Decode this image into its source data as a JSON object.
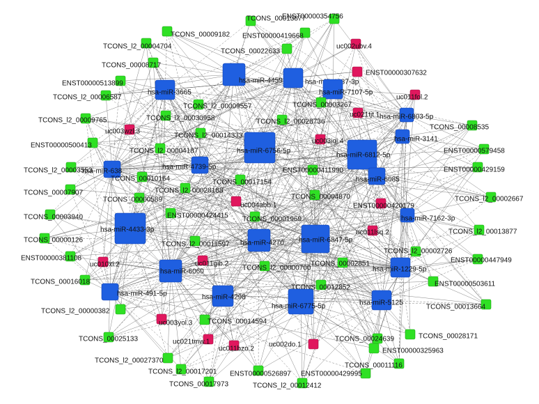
{
  "colors": {
    "mirna": "#1f5fe0",
    "mirna_stroke": "#0d3fb0",
    "lncrna": "#2fe024",
    "lncrna_stroke": "#1aa012",
    "circ": "#e0175e",
    "circ_stroke": "#a00c40",
    "edge": "#5a5a5a",
    "label": "#111111"
  },
  "nodes": [
    {
      "id": "n1",
      "type": "lnc",
      "label": "TCONS_00013877"
    },
    {
      "id": "n2",
      "type": "lnc",
      "label": "ENST00000354756"
    },
    {
      "id": "n3",
      "type": "lnc",
      "label": "TCONS_00009182"
    },
    {
      "id": "n4",
      "type": "lnc",
      "label": "ENST00000419668"
    },
    {
      "id": "n5",
      "type": "lnc",
      "label": "TCONS_l2_00004704"
    },
    {
      "id": "n6",
      "type": "circ",
      "label": "uc002ubv.4"
    },
    {
      "id": "n7",
      "type": "lnc",
      "label": "TCONS_00022633"
    },
    {
      "id": "n8",
      "type": "lnc",
      "label": "TCONS_00008717"
    },
    {
      "id": "n9",
      "type": "circ",
      "label": "ENST00000307632"
    },
    {
      "id": "n10",
      "type": "lnc",
      "label": "ENST00000513899"
    },
    {
      "id": "n11",
      "type": "mir",
      "label": "hsa-miR-4459"
    },
    {
      "id": "n12",
      "type": "mir",
      "label": "hsa-miR-4687-3p"
    },
    {
      "id": "n13",
      "type": "mir",
      "label": "hsa-miR-7107-5p"
    },
    {
      "id": "n14",
      "type": "mir",
      "label": "hsa-miR-3665"
    },
    {
      "id": "n15",
      "type": "lnc",
      "label": "TCONS_l2_00006587"
    },
    {
      "id": "n16",
      "type": "circ",
      "label": "uc011fol.2"
    },
    {
      "id": "n17",
      "type": "lnc",
      "label": "TCONS_00003267"
    },
    {
      "id": "n18",
      "type": "lnc",
      "label": "TCONS_l2_00009557"
    },
    {
      "id": "n19",
      "type": "lnc",
      "label": "TCONS_l2_00030958"
    },
    {
      "id": "n20",
      "type": "circ",
      "label": "uc021tjt.1"
    },
    {
      "id": "n21",
      "type": "mir",
      "label": "hsa-miR-6803-5p"
    },
    {
      "id": "n22",
      "type": "lnc",
      "label": "TCONS_l2_00009765"
    },
    {
      "id": "n23",
      "type": "lnc",
      "label": "TCONS_l2_00028736"
    },
    {
      "id": "n24",
      "type": "lnc",
      "label": "TCONS_00008535"
    },
    {
      "id": "n25",
      "type": "circ",
      "label": "uc003wzl.3"
    },
    {
      "id": "n26",
      "type": "lnc",
      "label": "TCONS_l2_00014333"
    },
    {
      "id": "n27",
      "type": "circ",
      "label": "uc003iqj.4"
    },
    {
      "id": "n28",
      "type": "mir",
      "label": "hsa-miR-3141"
    },
    {
      "id": "n29",
      "type": "lnc",
      "label": "ENST00000500413"
    },
    {
      "id": "n30",
      "type": "lnc",
      "label": "TCONS_l2_00004187"
    },
    {
      "id": "n31",
      "type": "mir",
      "label": "hsa-miR-6756-5p"
    },
    {
      "id": "n32",
      "type": "mir",
      "label": "hsa-miR-6812-5p"
    },
    {
      "id": "n33",
      "type": "lnc",
      "label": "ENST00000579458"
    },
    {
      "id": "n34",
      "type": "lnc",
      "label": "TCONS_l2_00003553"
    },
    {
      "id": "n35",
      "type": "mir",
      "label": "hsa-miR-638"
    },
    {
      "id": "n36",
      "type": "mir",
      "label": "hsa-miR-4739-5p"
    },
    {
      "id": "n37",
      "type": "lnc",
      "label": "ENST00000411990"
    },
    {
      "id": "n38",
      "type": "lnc",
      "label": "ENST00000429159"
    },
    {
      "id": "n39",
      "type": "lnc",
      "label": "TCONS_00010164"
    },
    {
      "id": "n40",
      "type": "lnc",
      "label": "TCONS_00017154"
    },
    {
      "id": "n41",
      "type": "mir",
      "label": "hsa-miR-6085"
    },
    {
      "id": "n42",
      "type": "lnc",
      "label": "TCONS_00007907"
    },
    {
      "id": "n43",
      "type": "lnc",
      "label": "TCONS_l2_00028188"
    },
    {
      "id": "n44",
      "type": "lnc",
      "label": "TCONS_00004870"
    },
    {
      "id": "n45",
      "type": "lnc",
      "label": "TCONS_00000589"
    },
    {
      "id": "n46",
      "type": "circ",
      "label": "ENST00000420179"
    },
    {
      "id": "n47",
      "type": "lnc",
      "label": "TCONS_l2_00002667"
    },
    {
      "id": "n48",
      "type": "lnc",
      "label": "TCONS_00003940"
    },
    {
      "id": "n49",
      "type": "circ",
      "label": "uc004abb.1"
    },
    {
      "id": "n50",
      "type": "lnc",
      "label": "ENST00000424415"
    },
    {
      "id": "n51",
      "type": "mir",
      "label": "hsa-miR-7162-3p"
    },
    {
      "id": "n52",
      "type": "lnc",
      "label": "TCONS_00001969"
    },
    {
      "id": "n53",
      "type": "mir",
      "label": "hsa-miR-4433-3p"
    },
    {
      "id": "n54",
      "type": "circ",
      "label": "uc011lsq.2"
    },
    {
      "id": "n55",
      "type": "lnc",
      "label": "TCONS_l2_00013877"
    },
    {
      "id": "n56",
      "type": "lnc",
      "label": "TCONS_00000126"
    },
    {
      "id": "n57",
      "type": "mir",
      "label": "hsa-miR-4270"
    },
    {
      "id": "n58",
      "type": "mir",
      "label": "hsa-miR-6847-5p"
    },
    {
      "id": "n59",
      "type": "lnc",
      "label": "TCONS_l2_00011597"
    },
    {
      "id": "n60",
      "type": "lnc",
      "label": "TCONS_l2_00002726"
    },
    {
      "id": "n61",
      "type": "lnc",
      "label": "ENST00000381108"
    },
    {
      "id": "n62",
      "type": "circ",
      "label": "uc010xi.2"
    },
    {
      "id": "n63",
      "type": "circ",
      "label": "uc011gib.2"
    },
    {
      "id": "n64",
      "type": "lnc",
      "label": "TCONS_l2_00000700"
    },
    {
      "id": "n65",
      "type": "lnc",
      "label": "TCONS_00002851"
    },
    {
      "id": "n66",
      "type": "lnc",
      "label": "ENST00000447949"
    },
    {
      "id": "n67",
      "type": "mir",
      "label": "hsa-miR-6060"
    },
    {
      "id": "n68",
      "type": "mir",
      "label": "hsa-miR-1229-5p"
    },
    {
      "id": "n69",
      "type": "lnc",
      "label": "TCONS_00016018"
    },
    {
      "id": "n70",
      "type": "lnc",
      "label": "ENST00000503611"
    },
    {
      "id": "n71",
      "type": "lnc",
      "label": "TCONS_00012852"
    },
    {
      "id": "n72",
      "type": "mir",
      "label": "hsa-miR-491-5p"
    },
    {
      "id": "n73",
      "type": "mir",
      "label": "hsa-miR-4298"
    },
    {
      "id": "n74",
      "type": "mir",
      "label": "hsa-miR-5125"
    },
    {
      "id": "n75",
      "type": "lnc",
      "label": "TCONS_l2_00000382"
    },
    {
      "id": "n76",
      "type": "mir",
      "label": "hsa-miR-6775-5p"
    },
    {
      "id": "n77",
      "type": "lnc",
      "label": "TCONS_00013664"
    },
    {
      "id": "n78",
      "type": "circ",
      "label": "uc003yol.3"
    },
    {
      "id": "n79",
      "type": "lnc",
      "label": "TCONS_00014594"
    },
    {
      "id": "n80",
      "type": "lnc",
      "label": "TCONS_00028171"
    },
    {
      "id": "n81",
      "type": "lnc",
      "label": "TCONS_00025133"
    },
    {
      "id": "n82",
      "type": "circ",
      "label": "uc021tmw.1"
    },
    {
      "id": "n83",
      "type": "lnc",
      "label": "TCONS_00024639"
    },
    {
      "id": "n84",
      "type": "lnc",
      "label": "ENST00000325963"
    },
    {
      "id": "n85",
      "type": "circ",
      "label": "uc011bzo.2"
    },
    {
      "id": "n86",
      "type": "circ",
      "label": "uc002do.1"
    },
    {
      "id": "n87",
      "type": "lnc",
      "label": "TCONS_l2_00027370"
    },
    {
      "id": "n88",
      "type": "lnc",
      "label": "TCONS_00011116"
    },
    {
      "id": "n89",
      "type": "lnc",
      "label": "TCONS_l2_00017201"
    },
    {
      "id": "n90",
      "type": "lnc",
      "label": "ENST00000526897"
    },
    {
      "id": "n91",
      "type": "lnc",
      "label": "ENST00000429995"
    },
    {
      "id": "n92",
      "type": "lnc",
      "label": "TCONS_00017973"
    },
    {
      "id": "n93",
      "type": "lnc",
      "label": "TCONS_l2_00012412"
    }
  ]
}
